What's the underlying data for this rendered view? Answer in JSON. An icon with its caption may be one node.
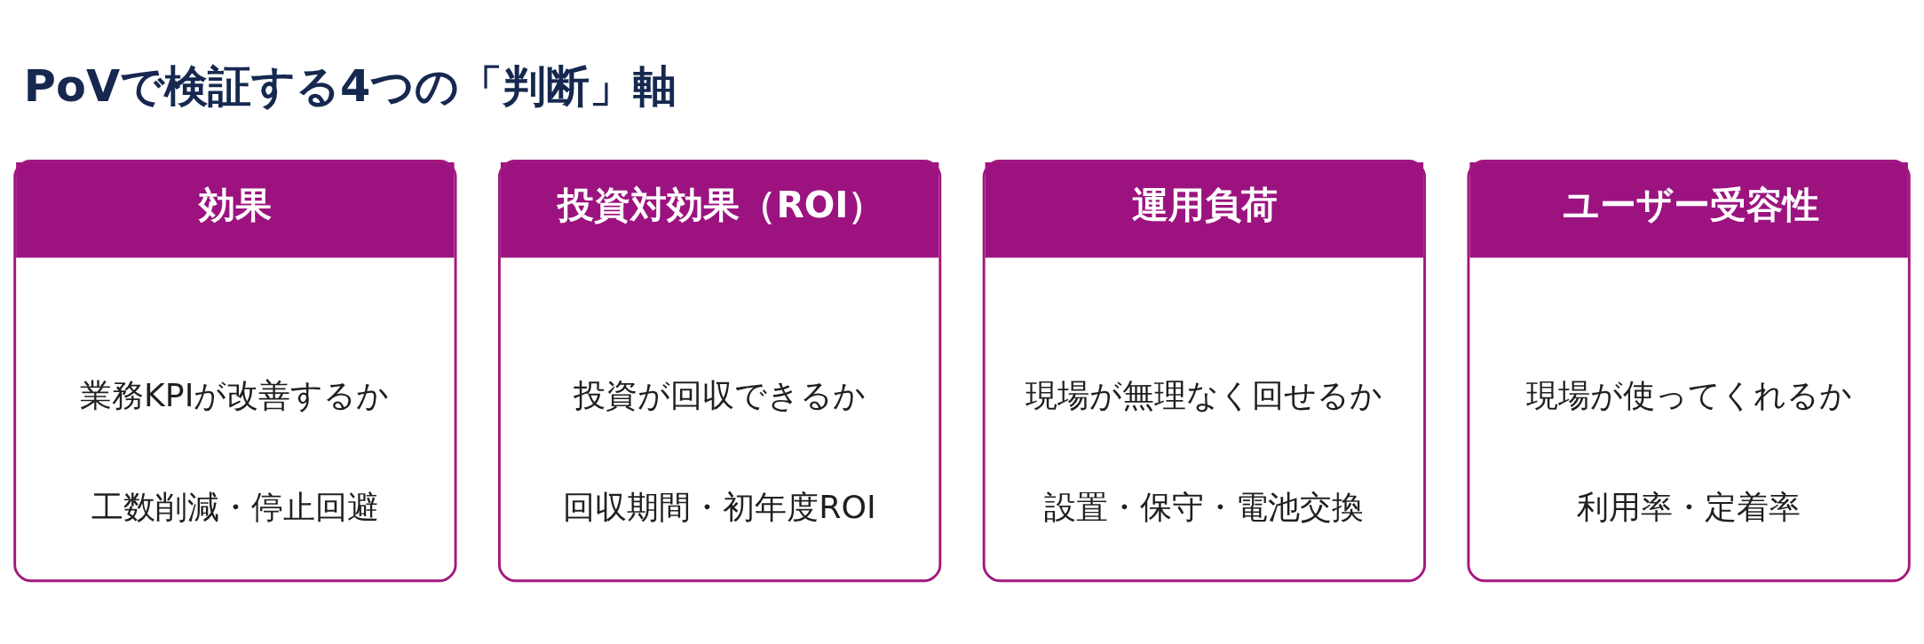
{
  "diagram": {
    "title": "PoVで検証する4つの「判断」軸",
    "nodes": [
      {
        "text": [
          "効果",
          "業務KPIが改善するか",
          "工数削減・停止回避"
        ]
      },
      {
        "text": [
          "投資対効果（ROI）",
          "投資が回収できるか",
          "回収期間・初年度ROI"
        ]
      },
      {
        "text": [
          "運用負荷",
          "現場が無理なく回せるか",
          "設置・保守・電池交換"
        ]
      },
      {
        "text": [
          "ユーザー受容性",
          "現場が使ってくれるか",
          "利用率・定着率"
        ]
      }
    ],
    "edges": []
  }
}
